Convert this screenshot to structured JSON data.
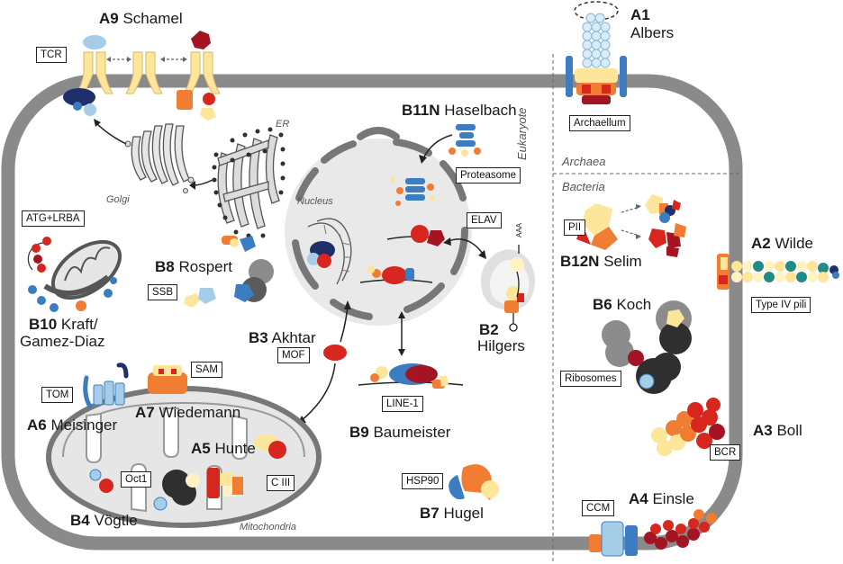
{
  "projects": {
    "a1": {
      "code": "A1",
      "name": "Albers"
    },
    "a2": {
      "code": "A2",
      "name": "Wilde"
    },
    "a3": {
      "code": "A3",
      "name": "Boll"
    },
    "a4": {
      "code": "A4",
      "name": "Einsle"
    },
    "a5": {
      "code": "A5",
      "name": "Hunte"
    },
    "a6": {
      "code": "A6",
      "name": "Meisinger"
    },
    "a7": {
      "code": "A7",
      "name": "Wiedemann"
    },
    "a9": {
      "code": "A9",
      "name": "Schamel"
    },
    "b2": {
      "code": "B2",
      "name": "Hilgers"
    },
    "b3": {
      "code": "B3",
      "name": "Akhtar"
    },
    "b4": {
      "code": "B4",
      "name": "Vögtle"
    },
    "b6": {
      "code": "B6",
      "name": "Koch"
    },
    "b7": {
      "code": "B7",
      "name": "Hugel"
    },
    "b8": {
      "code": "B8",
      "name": "Rospert"
    },
    "b9": {
      "code": "B9",
      "name": "Baumeister"
    },
    "b10": {
      "code": "B10",
      "name": "Kraft/",
      "name2": "Gamez-Diaz"
    },
    "b11n": {
      "code": "B11N",
      "name": "Haselbach"
    },
    "b12n": {
      "code": "B12N",
      "name": "Selim"
    }
  },
  "boxes": {
    "tcr": "TCR",
    "archaellum": "Archaellum",
    "proteasome": "Proteasome",
    "elav": "ELAV",
    "atg": "ATG+LRBA",
    "ssb": "SSB",
    "mof": "MOF",
    "line1": "LINE-1",
    "tom": "TOM",
    "sam": "SAM",
    "oct1": "Oct1",
    "ciii": "C III",
    "hsp90": "HSP90",
    "pii": "PII",
    "ribosomes": "Ribosomes",
    "type4": "Type IV pili",
    "bcr": "BCR",
    "ccm": "CCM"
  },
  "regions": {
    "eukaryote": "Eukaryote",
    "archaea": "Archaea",
    "bacteria": "Bacteria",
    "er": "ER",
    "golgi": "Golgi",
    "nucleus": "Nucleus",
    "mitochondria": "Mitochondria",
    "aaa": "AAA"
  },
  "colors": {
    "membrane": "#8a8a8a",
    "cytoplasm": "#ffffff",
    "organelle": "#e6e6e6",
    "red": "#d7261e",
    "darkred": "#a31523",
    "orange": "#f07d32",
    "yellow": "#fde59a",
    "lightyellow": "#fff3c4",
    "blue": "#3b7dc0",
    "lightblue": "#a6cde8",
    "navy": "#1e2f6b",
    "darkgray": "#2f2f2f",
    "gray": "#8c8c8c",
    "teal": "#1f8c8a"
  }
}
